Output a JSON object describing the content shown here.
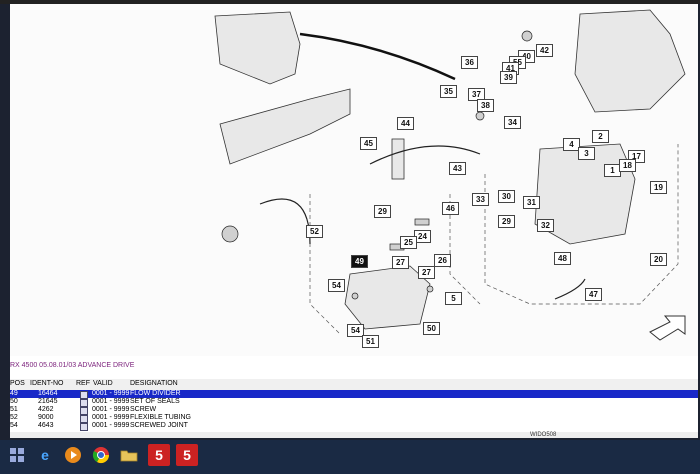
{
  "diagram": {
    "callouts": [
      {
        "label": "36"
      },
      {
        "label": "42"
      },
      {
        "label": "40"
      },
      {
        "label": "55"
      },
      {
        "label": "41"
      },
      {
        "label": "39"
      },
      {
        "label": "35"
      },
      {
        "label": "37"
      },
      {
        "label": "38"
      },
      {
        "label": "34"
      },
      {
        "label": "44"
      },
      {
        "label": "45"
      },
      {
        "label": "43"
      },
      {
        "label": "2"
      },
      {
        "label": "4"
      },
      {
        "label": "3"
      },
      {
        "label": "1"
      },
      {
        "label": "17"
      },
      {
        "label": "18"
      },
      {
        "label": "19"
      },
      {
        "label": "33"
      },
      {
        "label": "30"
      },
      {
        "label": "31"
      },
      {
        "label": "46"
      },
      {
        "label": "29"
      },
      {
        "label": "29"
      },
      {
        "label": "32"
      },
      {
        "label": "52"
      },
      {
        "label": "24"
      },
      {
        "label": "25"
      },
      {
        "label": "27"
      },
      {
        "label": "26"
      },
      {
        "label": "27"
      },
      {
        "label": "49"
      },
      {
        "label": "54"
      },
      {
        "label": "5"
      },
      {
        "label": "48"
      },
      {
        "label": "47"
      },
      {
        "label": "20"
      },
      {
        "label": "54"
      },
      {
        "label": "51"
      },
      {
        "label": "50"
      }
    ]
  },
  "document": {
    "title": "RX 4500 05.08.01/03 ADVANCE DRIVE"
  },
  "table": {
    "headers": {
      "pos": "POS",
      "ident": "IDENT-NO",
      "ref": "REF",
      "valid": "VALID",
      "designation": "DESIGNATION"
    },
    "rows": [
      {
        "pos": "49",
        "ident": "16464",
        "valid": "0001 - 9999",
        "designation": "FLOW DIVIDER"
      },
      {
        "pos": "50",
        "ident": "21645",
        "valid": "0001 - 9999",
        "designation": "SET OF SEALS"
      },
      {
        "pos": "51",
        "ident": "4262",
        "valid": "0001 - 9999",
        "designation": "SCREW"
      },
      {
        "pos": "52",
        "ident": "9000",
        "valid": "0001 - 9999",
        "designation": "FLEXIBLE TUBING"
      },
      {
        "pos": "54",
        "ident": "4643",
        "valid": "0001 - 9999",
        "designation": "SCREWED JOINT"
      }
    ]
  },
  "status": {
    "code": "WIDO508"
  },
  "taskbar": {
    "items": [
      {
        "name": "start-button",
        "icon": "windows-logo"
      },
      {
        "name": "taskbar-ie",
        "icon": "internet-explorer-icon"
      },
      {
        "name": "taskbar-media",
        "icon": "media-player-icon"
      },
      {
        "name": "taskbar-chrome",
        "icon": "chrome-icon"
      },
      {
        "name": "taskbar-explorer",
        "icon": "folder-icon"
      },
      {
        "name": "taskbar-app5-a",
        "icon": "app-5-icon",
        "glyph": "5"
      },
      {
        "name": "taskbar-app5-b",
        "icon": "app-5-icon",
        "glyph": "5"
      }
    ]
  },
  "colors": {
    "selection": "#1828c8",
    "title_text": "#7a1f7a",
    "taskbar": "#1a2a44"
  }
}
